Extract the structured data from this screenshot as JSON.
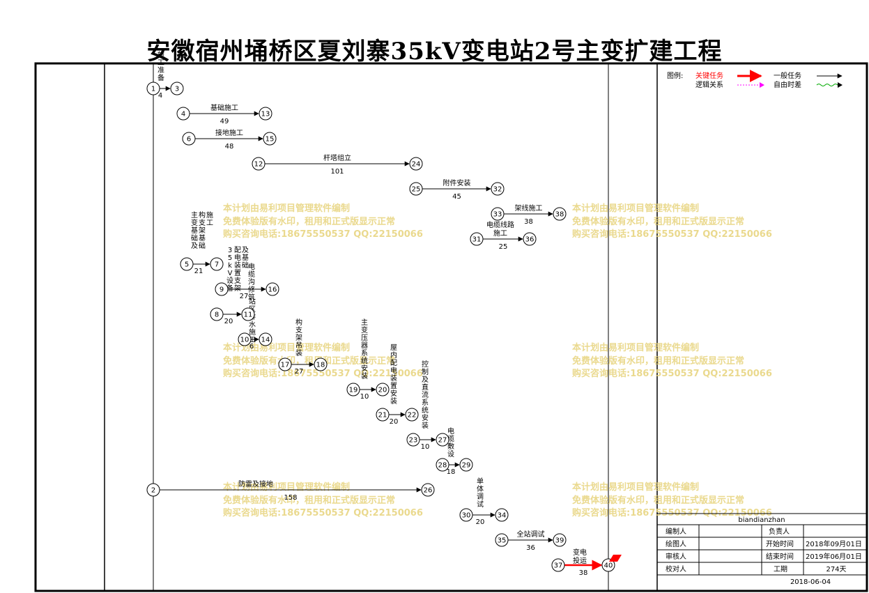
{
  "title": "安徽宿州埇桥区夏刘寨35kV变电站2号主变扩建工程",
  "legend": {
    "label": "图例:",
    "critical": "关键任务",
    "general": "一般任务",
    "logic": "逻辑关系",
    "float": "自由时差",
    "colors": {
      "critical": "#ff0000",
      "general": "#000000",
      "logic": "#ff00ff",
      "float": "#00aa00"
    }
  },
  "tasks": [
    {
      "id": "t1",
      "from": 1,
      "to": 3,
      "name": "施工准备",
      "duration": "4"
    },
    {
      "id": "t2",
      "from": 4,
      "to": 13,
      "name": "基础施工",
      "duration": "49"
    },
    {
      "id": "t3",
      "from": 6,
      "to": 15,
      "name": "接地施工",
      "duration": "48"
    },
    {
      "id": "t4",
      "from": 12,
      "to": 24,
      "name": "杆塔组立",
      "duration": "101"
    },
    {
      "id": "t5",
      "from": 25,
      "to": 32,
      "name": "附件安装",
      "duration": "45"
    },
    {
      "id": "t6",
      "from": 33,
      "to": 38,
      "name": "架线施工",
      "duration": "38"
    },
    {
      "id": "t7",
      "from": 31,
      "to": 36,
      "name": "电缆线路施工",
      "duration": "25"
    },
    {
      "id": "t8",
      "from": 5,
      "to": 7,
      "name": "主变基础及构支架基础施工",
      "duration": "21"
    },
    {
      "id": "t9",
      "from": 9,
      "to": 16,
      "name": "35kV设备配电装置支架及基础",
      "duration": "27"
    },
    {
      "id": "t10",
      "from": 8,
      "to": 11,
      "name": "电缆沟修筑",
      "duration": "20"
    },
    {
      "id": "t11",
      "from": 10,
      "to": 14,
      "name": "站区排水施工",
      "duration": "6"
    },
    {
      "id": "t12",
      "from": 17,
      "to": 18,
      "name": "构支架吊装",
      "duration": "27"
    },
    {
      "id": "t13",
      "from": 19,
      "to": 20,
      "name": "主变压器系统安装",
      "duration": "10"
    },
    {
      "id": "t14",
      "from": 21,
      "to": 22,
      "name": "屋内配电装置安装",
      "duration": "20"
    },
    {
      "id": "t15",
      "from": 23,
      "to": 27,
      "name": "控制及直流系统安装",
      "duration": "10"
    },
    {
      "id": "t16",
      "from": 28,
      "to": 29,
      "name": "电缆敷设",
      "duration": "18"
    },
    {
      "id": "t17",
      "from": 2,
      "to": 26,
      "name": "防雷及接地",
      "duration": "158"
    },
    {
      "id": "t18",
      "from": 30,
      "to": 34,
      "name": "单体调试",
      "duration": "20"
    },
    {
      "id": "t19",
      "from": 35,
      "to": 39,
      "name": "全站调试",
      "duration": "36"
    },
    {
      "id": "t20",
      "from": 37,
      "to": 40,
      "name": "变电投运",
      "duration": "38",
      "critical": true
    }
  ],
  "watermark": {
    "line1": "本计划由易利项目管理软件编制",
    "line2": "免费体验版有水印，租用和正式版显示正常",
    "line3": "购买咨询电话:18675550537 QQ:22150066"
  },
  "title_block": {
    "project_code": "biandianzhan",
    "editor_label": "编制人",
    "owner_label": "负责人",
    "drawer_label": "绘图人",
    "start_label": "开始时间",
    "start_value": "2018年09月01日",
    "reviewer_label": "审核人",
    "end_label": "结束时间",
    "end_value": "2019年06月01日",
    "checker_label": "校对人",
    "period_label": "工期",
    "period_value": "274天",
    "print_date": "2018-06-04"
  }
}
